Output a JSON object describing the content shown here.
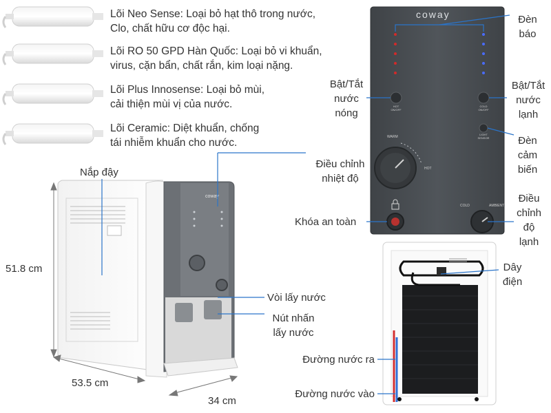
{
  "filters": [
    {
      "text": "Lõi Neo Sense: Loại bỏ hạt thô trong nước,\nClo, chất hữu cơ độc hại."
    },
    {
      "text": "Lõi RO 50 GPD Hàn Quốc: Loại bỏ vi khuẩn,\nvirus, cặn bẩn, chất rắn, kim loại nặng."
    },
    {
      "text": "Lõi Plus Innosense: Loại bỏ mùi,\ncải thiện mùi vị của nước."
    },
    {
      "text": "Lõi Ceramic: Diệt khuẩn, chống\ntái nhiễm khuẩn cho nước."
    }
  ],
  "dimensions": {
    "height": "51.8 cm",
    "depth": "53.5 cm",
    "width": "34 cm"
  },
  "left_labels": {
    "lid": "Nắp đậy",
    "faucet": "Vòi lấy nước",
    "button": "Nút nhấn\nlấy nước"
  },
  "brand": "coway",
  "panel_labels": {
    "indicator": "Đèn\nbáo",
    "hot_toggle": "Bật/Tắt\nnước\nnóng",
    "cold_toggle": "Bật/Tắt\nnước\nlạnh",
    "sensor": "Đèn\ncảm\nbiến",
    "temp_adjust": "Điều chỉnh\nnhiệt  độ",
    "cold_adjust": "Điều\nchỉnh\nđộ\nlạnh",
    "safety_lock": "Khóa an toàn"
  },
  "panel_small": {
    "hot_btn": "HOT\nON/OFF",
    "cold_btn": "COLD\nON/OFF",
    "sensor_btn": "LIGHT\nSENSOR",
    "warm": "WARM",
    "hot": "HOT",
    "cold": "COLD",
    "ambient": "AMBIENT"
  },
  "back_labels": {
    "power": "Dây\nđiện",
    "outlet": "Đường nước ra",
    "inlet": "Đường nước vào"
  },
  "colors": {
    "panel": "#4b4f54",
    "led_red": "#d22a2a",
    "led_blue": "#4a6cff",
    "callout": "#2a74c9"
  }
}
